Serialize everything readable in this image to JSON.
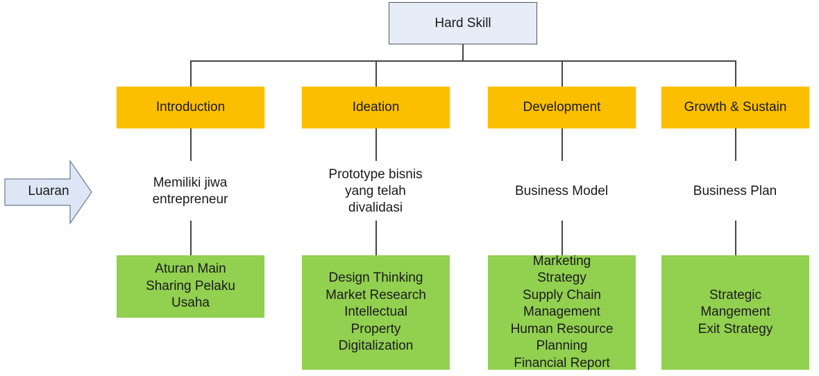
{
  "root": {
    "label": "Hard Skill"
  },
  "arrow": {
    "label": "Luaran"
  },
  "columns": [
    {
      "phase": "Introduction",
      "output": [
        "Memiliki jiwa",
        "entrepreneur"
      ],
      "items": [
        "Aturan Main",
        "Sharing Pelaku",
        "Usaha"
      ]
    },
    {
      "phase": "Ideation",
      "output": [
        "Prototype bisnis",
        "yang telah",
        "divalidasi"
      ],
      "items": [
        "Design Thinking",
        "Market Research",
        "Intellectual",
        "Property",
        "Digitalization"
      ]
    },
    {
      "phase": "Development",
      "output": [
        "Business Model"
      ],
      "items": [
        "Marketing",
        "Strategy",
        "Supply Chain",
        "Management",
        "Human Resource",
        "Planning",
        "Financial Report"
      ]
    },
    {
      "phase": "Growth & Sustain",
      "output": [
        "Business Plan"
      ],
      "items": [
        "Strategic",
        "Mangement",
        "Exit Strategy"
      ]
    }
  ],
  "colors": {
    "root_fill": "#e7edf8",
    "phase_fill": "#fbbf00",
    "item_fill": "#92d050",
    "arrow_fill": "#dde6f4"
  }
}
